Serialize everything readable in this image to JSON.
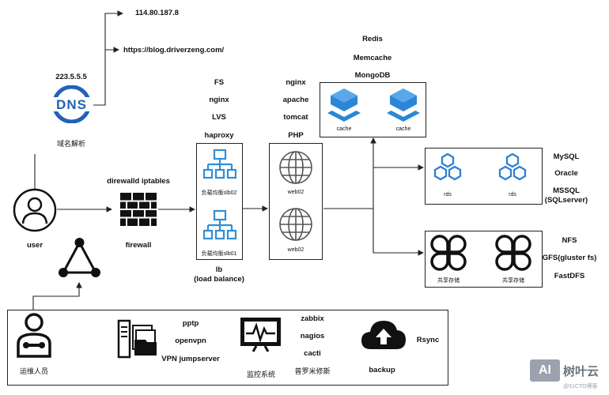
{
  "dns": {
    "ip_top": "114.80.187.8",
    "url": "https://blog.driverzeng.com/",
    "ip": "223.5.5.5",
    "logo_text": "DNS",
    "label": "域名解析"
  },
  "user": {
    "label": "user"
  },
  "firewall": {
    "tools": "direwalld iptables",
    "label": "firewall"
  },
  "lb": {
    "stack": [
      "FS",
      "nginx",
      "LVS",
      "haproxy"
    ],
    "node_top": "负载均衡slb02",
    "node_bottom": "负载均衡slb01",
    "label": "lb",
    "label_sub": "(load balance)"
  },
  "web": {
    "stack": [
      "nginx",
      "apache",
      "tomcat",
      "PHP"
    ],
    "node_top": "web02",
    "node_bottom": "web02"
  },
  "cache": {
    "stack": [
      "Redis",
      "Memcache",
      "MongoDB"
    ],
    "item1": "cache",
    "item2": "cache"
  },
  "db": {
    "item1": "rds",
    "item2": "rds",
    "stack": [
      "MySQL",
      "Oracle",
      "MSSQL",
      "(SQLserver)"
    ]
  },
  "storage": {
    "item1": "共享存储",
    "item2": "共享存储",
    "stack": [
      "NFS",
      "GFS(gluster fs)",
      "FastDFS"
    ]
  },
  "ops": {
    "person_label": "运维人员",
    "vpn_stack": [
      "pptp",
      "openvpn",
      "VPN jumpserver"
    ],
    "monitor_stack": [
      "zabbix",
      "nagios",
      "cacti",
      "普罗米修斯"
    ],
    "monitor_label": "监控系统",
    "backup_label": "backup",
    "rsync_label": "Rsync"
  },
  "watermark": {
    "logo": "AI",
    "name": "树叶云",
    "sub": "@51CTO博客"
  },
  "colors": {
    "dns_blue": "#2361b8",
    "lb_blue": "#2f8fd8",
    "cache_blue": "#2b87d6",
    "line": "#222222"
  }
}
